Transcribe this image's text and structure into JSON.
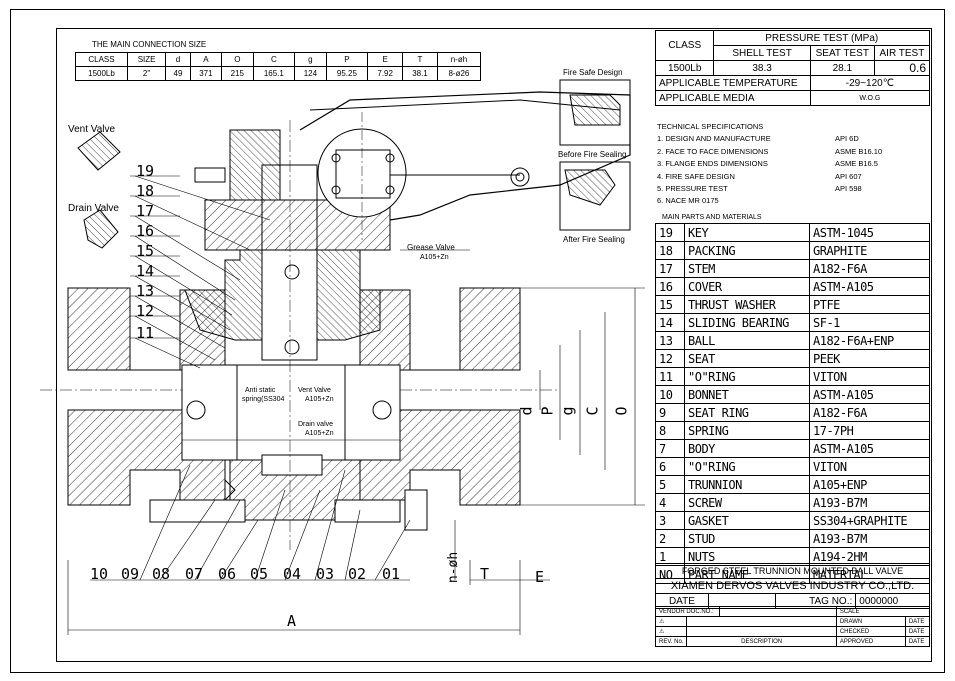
{
  "connection_table": {
    "title": "THE MAIN CONNECTION SIZE",
    "headers": [
      "CLASS",
      "SIZE",
      "d",
      "A",
      "O",
      "C",
      "g",
      "P",
      "E",
      "T",
      "n-øh"
    ],
    "row": [
      "1500Lb",
      "2\"",
      "49",
      "371",
      "215",
      "165.1",
      "124",
      "95.25",
      "7.92",
      "38.1",
      "8-ø26"
    ]
  },
  "pressure_test": {
    "class_label": "CLASS",
    "title": "PRESSURE TEST (MPa)",
    "columns": [
      "SHELL TEST",
      "SEAT TEST",
      "AIR TEST"
    ],
    "class_value": "1500Lb",
    "values": [
      "38.3",
      "28.1",
      "0.6"
    ],
    "temp_label": "APPLICABLE TEMPERATURE",
    "temp_value": "-29~120℃",
    "media_label": "APPLICABLE MEDIA",
    "media_value": "W.O.G"
  },
  "tech_specs": {
    "title": "TECHNICAL SPECIFICATIONS",
    "items": [
      {
        "name": "1. DESIGN AND MANUFACTURE",
        "std": "API 6D"
      },
      {
        "name": "2. FACE TO FACE DIMENSIONS",
        "std": "ASME B16.10"
      },
      {
        "name": "3. FLANGE ENDS DIMENSIONS",
        "std": "ASME B16.5"
      },
      {
        "name": "4. FIRE SAFE DESIGN",
        "std": "API 607"
      },
      {
        "name": "5. PRESSURE TEST",
        "std": "API 598"
      },
      {
        "name": "6. NACE MR 0175",
        "std": ""
      }
    ]
  },
  "parts": {
    "title": "MAIN PARTS AND MATERIALS",
    "rows": [
      [
        "19",
        "KEY",
        "ASTM-1045"
      ],
      [
        "18",
        "PACKING",
        "GRAPHITE"
      ],
      [
        "17",
        "STEM",
        "A182-F6A"
      ],
      [
        "16",
        "COVER",
        "ASTM-A105"
      ],
      [
        "15",
        "THRUST WASHER",
        "PTFE"
      ],
      [
        "14",
        "SLIDING BEARING",
        "SF-1"
      ],
      [
        "13",
        "BALL",
        "A182-F6A+ENP"
      ],
      [
        "12",
        "SEAT",
        "PEEK"
      ],
      [
        "11",
        "\"O\"RING",
        "VITON"
      ],
      [
        "10",
        "BONNET",
        "ASTM-A105"
      ],
      [
        "9",
        "SEAT RING",
        "A182-F6A"
      ],
      [
        "8",
        "SPRING",
        "17-7PH"
      ],
      [
        "7",
        "BODY",
        "ASTM-A105"
      ],
      [
        "6",
        "\"O\"RING",
        "VITON"
      ],
      [
        "5",
        "TRUNNION",
        "A105+ENP"
      ],
      [
        "4",
        "SCREW",
        "A193-B7M"
      ],
      [
        "3",
        "GASKET",
        "SS304+GRAPHITE"
      ],
      [
        "2",
        "STUD",
        "A193-B7M"
      ],
      [
        "1",
        "NUTS",
        "A194-2HM"
      ]
    ],
    "header": [
      "NO",
      "PART NAME",
      "MATERIAL"
    ]
  },
  "title_block": {
    "product": "FORGED STEEL TRUNNION MOUNTED BALL VALVE",
    "company": "XIAMEN DERVOS VALVES INDUSTRY CO.,LTD.",
    "date_label": "DATE",
    "tag_label": "TAG NO.:",
    "tag_value": "0000000",
    "vendor": "VENDOR DOC.NO.:",
    "scale": "SCALE",
    "drawn": "DRAWN",
    "checked": "CHECKED",
    "approved": "APPROVED",
    "date": "DATE",
    "rev": "REV. No.",
    "description": "DESCRIPTION"
  },
  "drawing_labels": {
    "vent_valve": "Vent Valve",
    "drain_valve": "Drain Valve",
    "fire_safe": "Fire Safe Design",
    "before_fire": "Before Fire Sealing",
    "after_fire": "After Fire Sealing",
    "grease_valve": "Grease Valve",
    "grease_material": "A105+Zn",
    "anti_static": "Anti static",
    "anti_static_material": "spring(SS304",
    "vent_valve_inner": "Vent Valve",
    "vent_material": "A105+Zn",
    "drain_valve_inner": "Drain valve",
    "drain_material": "A105+Zn",
    "callouts_left": [
      "19",
      "18",
      "17",
      "16",
      "15",
      "14",
      "13",
      "12",
      "11"
    ],
    "callouts_bottom": [
      "10",
      "09",
      "08",
      "07",
      "06",
      "05",
      "04",
      "03",
      "02",
      "01"
    ],
    "dim_A": "A",
    "dim_T": "T",
    "dim_E": "E",
    "dim_nh": "n-øh",
    "dim_d": "d",
    "dim_P": "P",
    "dim_g": "g",
    "dim_C": "C",
    "dim_O": "O"
  }
}
